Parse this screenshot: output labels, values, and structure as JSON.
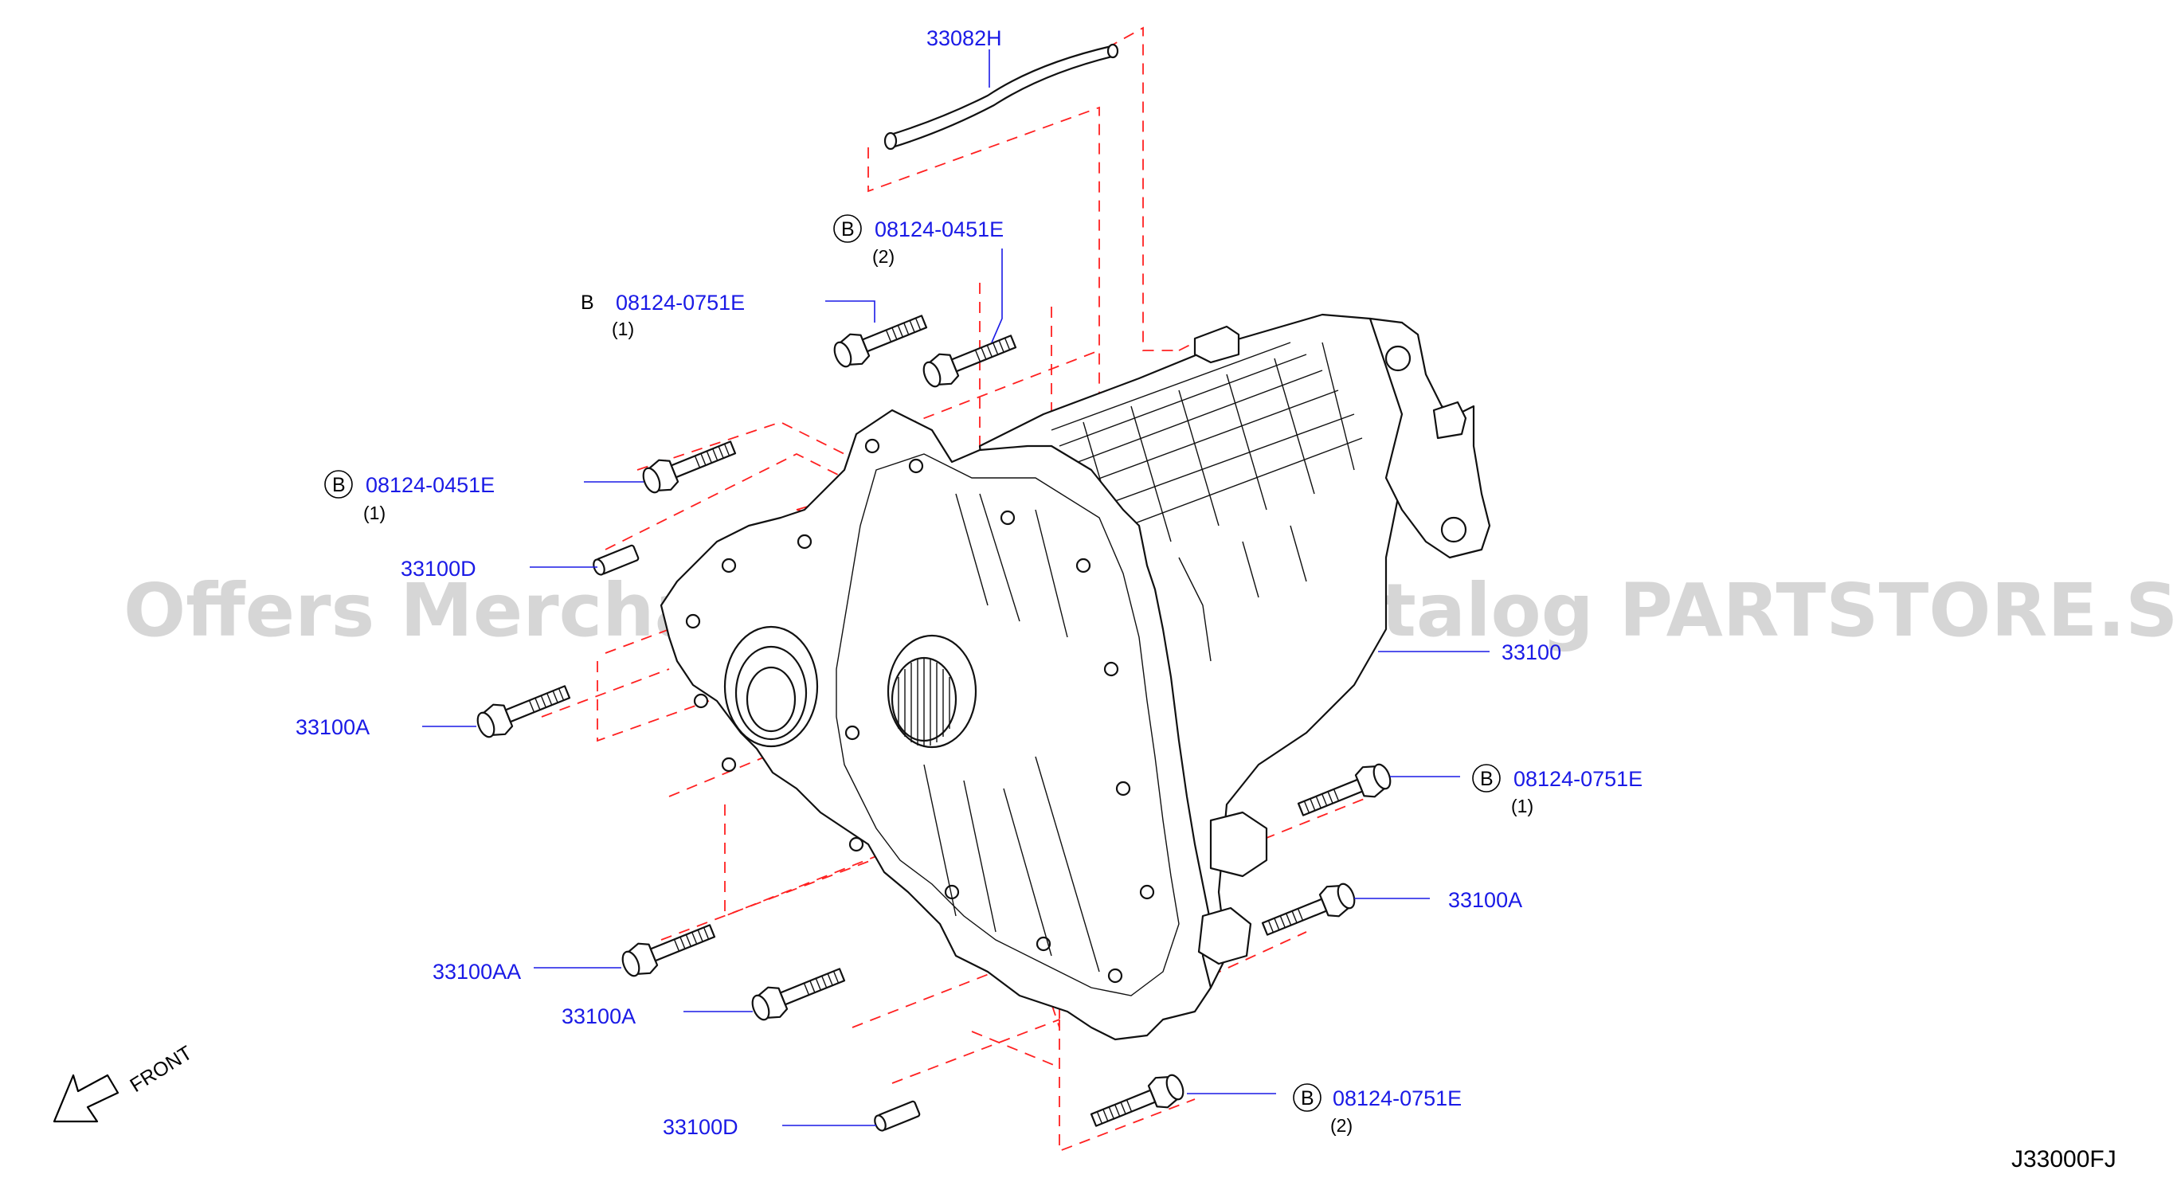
{
  "diagram_code": "J33000FJ",
  "watermark": "Offers Merchant Auto Parts Catalog PARTSTORE.SA",
  "front_label": "FRONT",
  "circle_b": "B",
  "callouts": [
    {
      "id": "hose",
      "part_no": "33082H",
      "qty": "",
      "circled_b": false,
      "plain_b": false
    },
    {
      "id": "bolt-top-right",
      "part_no": "08124-0451E",
      "qty": "(2)",
      "circled_b": true,
      "plain_b": false
    },
    {
      "id": "bolt-top-left",
      "part_no": "08124-0751E",
      "qty": "(1)",
      "circled_b": false,
      "plain_b": true
    },
    {
      "id": "bolt-left-upper",
      "part_no": "08124-0451E",
      "qty": "(1)",
      "circled_b": true,
      "plain_b": false
    },
    {
      "id": "dowel-upper",
      "part_no": "33100D",
      "qty": "",
      "circled_b": false,
      "plain_b": false
    },
    {
      "id": "assembly",
      "part_no": "33100",
      "qty": "",
      "circled_b": false,
      "plain_b": false
    },
    {
      "id": "bolt-left-mid",
      "part_no": "33100A",
      "qty": "",
      "circled_b": false,
      "plain_b": false
    },
    {
      "id": "bolt-right-upper",
      "part_no": "08124-0751E",
      "qty": "(1)",
      "circled_b": true,
      "plain_b": false
    },
    {
      "id": "bolt-right-mid",
      "part_no": "33100A",
      "qty": "",
      "circled_b": false,
      "plain_b": false
    },
    {
      "id": "bolt-left-lower",
      "part_no": "33100AA",
      "qty": "",
      "circled_b": false,
      "plain_b": false
    },
    {
      "id": "bolt-left-bottom",
      "part_no": "33100A",
      "qty": "",
      "circled_b": false,
      "plain_b": false
    },
    {
      "id": "bolt-bottom-right",
      "part_no": "08124-0751E",
      "qty": "(2)",
      "circled_b": true,
      "plain_b": false
    },
    {
      "id": "dowel-lower",
      "part_no": "33100D",
      "qty": "",
      "circled_b": false,
      "plain_b": false
    }
  ]
}
